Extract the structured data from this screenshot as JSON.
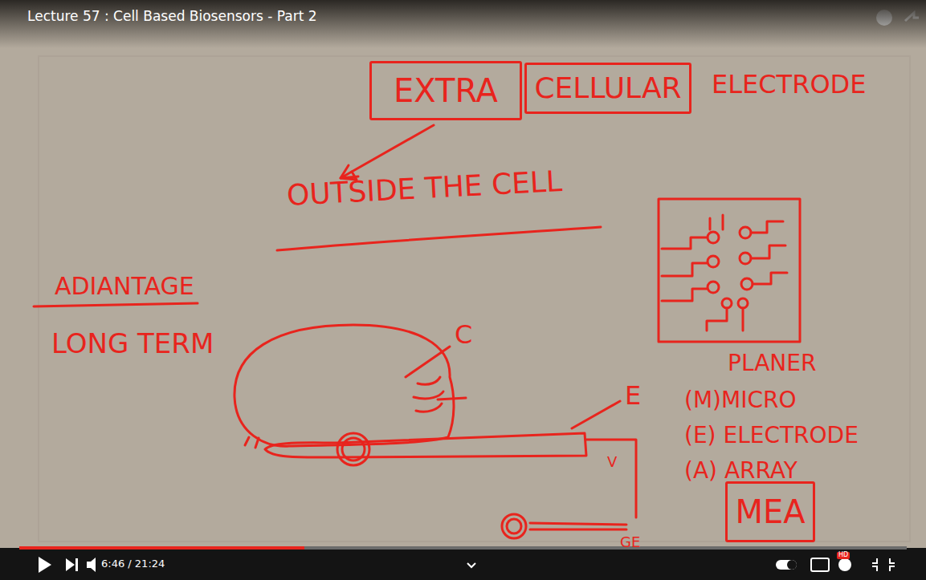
{
  "diagram": {
    "title": "Lecture 57 : Cell Based Biosensors - Part 2",
    "nodes": [
      {
        "text": [
          "EXTRA"
        ]
      },
      {
        "text": [
          "CELLULAR"
        ]
      },
      {
        "text": [
          "MEA"
        ]
      }
    ],
    "labels": [
      "ELECTRODE",
      "OUTSIDE THE CELL",
      "ADIANTAGE",
      "LONG TERM",
      "C",
      "E",
      "V",
      "GE",
      "PLANER",
      "(M)MICRO",
      "(E) ELECTRODE",
      "(A) ARRAY",
      "6:46 / 21:24",
      "HD"
    ]
  }
}
